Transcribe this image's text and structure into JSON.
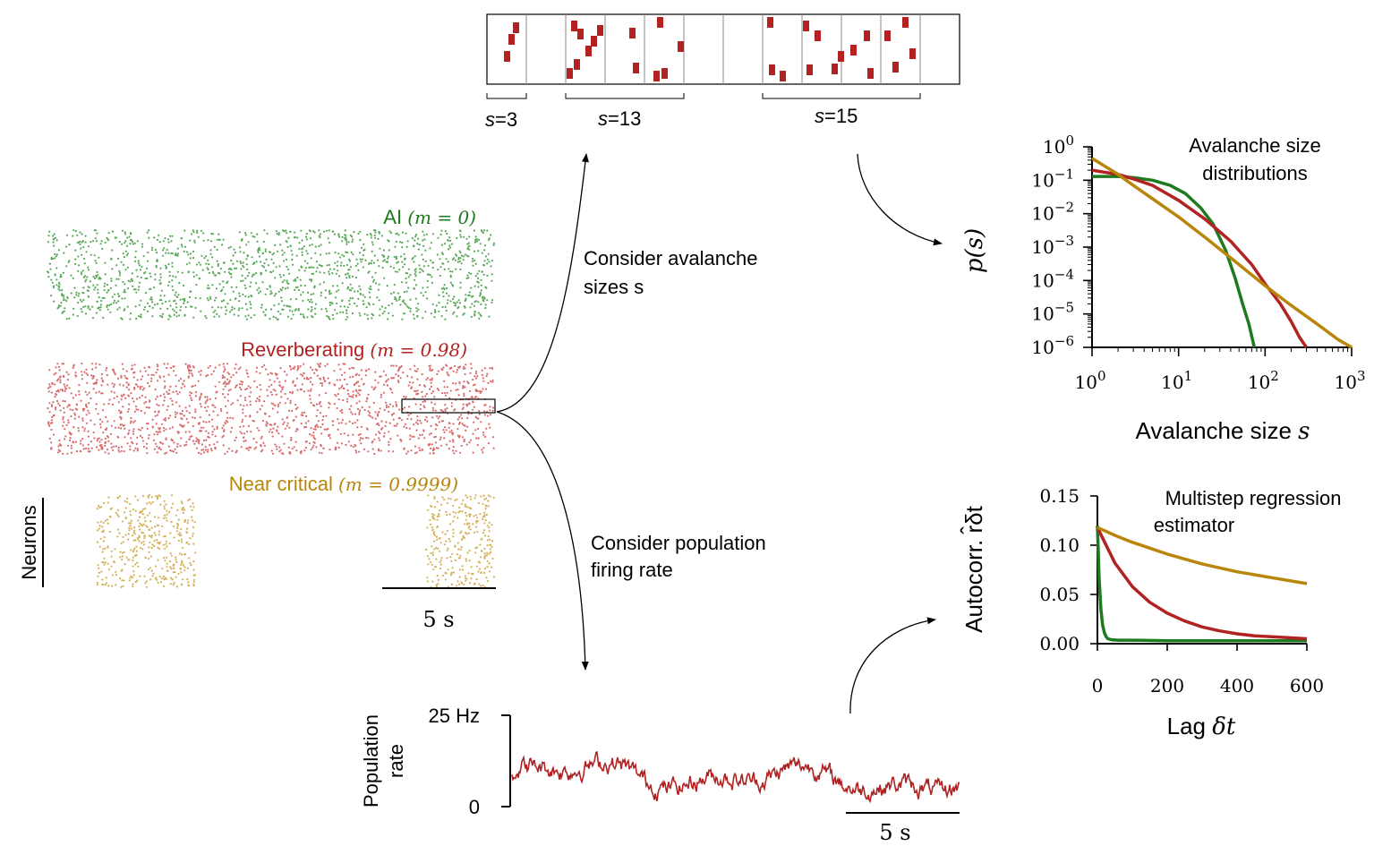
{
  "colors": {
    "ai": "#1e7a1e",
    "reverberating": "#b22222",
    "near_critical": "#b8860b",
    "spike_red": "#b22222",
    "ai_dot": "#5aa85a",
    "rev_dot": "#d86b6b",
    "crit_dot": "#d4b15a"
  },
  "avalanche_strip": {
    "labels": [
      {
        "name": "s",
        "value": "=3"
      },
      {
        "name": "s",
        "value": "=13"
      },
      {
        "name": "s",
        "value": "=15"
      }
    ]
  },
  "raster": {
    "ai_label": "AI",
    "ai_math": "(m = 0)",
    "rev_label": "Reverberating",
    "rev_math": "(m = 0.98)",
    "crit_label": "Near critical",
    "crit_math": "(m = 0.9999)",
    "neurons_label": "Neurons",
    "scale_label": "5 s"
  },
  "arrows": {
    "avalanche_text_1": "Consider avalanche",
    "avalanche_text_2": "sizes s",
    "rate_text_1": "Consider population",
    "rate_text_2": "firing rate"
  },
  "population": {
    "ylabel_1": "Population",
    "ylabel_2": "rate",
    "ytick_top": "25 Hz",
    "ytick_bottom": "0",
    "scale_label": "5 s"
  },
  "chart_data": [
    {
      "type": "line",
      "title": "Avalanche size distributions",
      "xlabel": "Avalanche size s",
      "ylabel": "p(s)",
      "xscale": "log",
      "yscale": "log",
      "xlim": [
        1,
        1000
      ],
      "ylim": [
        1e-06,
        1
      ],
      "xticks": [
        "10^0",
        "10^1",
        "10^2",
        "10^3"
      ],
      "yticks": [
        "10^0",
        "10^-1",
        "10^-2",
        "10^-3",
        "10^-4",
        "10^-5",
        "10^-6"
      ],
      "series": [
        {
          "color": "#1e7a1e",
          "x": [
            1,
            2,
            3,
            5,
            8,
            12,
            18,
            25,
            35,
            45,
            55,
            65,
            75
          ],
          "y": [
            0.13,
            0.13,
            0.12,
            0.1,
            0.07,
            0.04,
            0.015,
            0.005,
            0.0008,
            0.00012,
            2e-05,
            5e-06,
            1e-06
          ]
        },
        {
          "color": "#b22222",
          "x": [
            1,
            2,
            3,
            5,
            10,
            20,
            40,
            70,
            100,
            150,
            200,
            250,
            300
          ],
          "y": [
            0.2,
            0.15,
            0.11,
            0.07,
            0.025,
            0.007,
            0.0015,
            0.0003,
            8e-05,
            2e-05,
            6e-06,
            2e-06,
            1e-06
          ]
        },
        {
          "color": "#b8860b",
          "x": [
            1,
            2,
            3,
            5,
            10,
            20,
            50,
            100,
            200,
            400,
            700,
            1000
          ],
          "y": [
            0.45,
            0.15,
            0.07,
            0.028,
            0.008,
            0.002,
            0.0003,
            7e-05,
            1.8e-05,
            5e-06,
            1.7e-06,
            1e-06
          ]
        }
      ]
    },
    {
      "type": "line",
      "title": "Multistep regression estimator",
      "xlabel": "Lag δt",
      "ylabel": "Autocorr. r̂δt",
      "xlim": [
        0,
        600
      ],
      "ylim": [
        0,
        0.15
      ],
      "xticks": [
        "0",
        "200",
        "400",
        "600"
      ],
      "yticks": [
        "0.00",
        "0.05",
        "0.10",
        "0.15"
      ],
      "series": [
        {
          "color": "#1e7a1e",
          "x": [
            0,
            5,
            10,
            15,
            20,
            25,
            30,
            40,
            60,
            100,
            200,
            400,
            600
          ],
          "y": [
            0.12,
            0.065,
            0.035,
            0.019,
            0.011,
            0.007,
            0.005,
            0.004,
            0.0035,
            0.0035,
            0.003,
            0.003,
            0.003
          ]
        },
        {
          "color": "#b22222",
          "x": [
            0,
            50,
            100,
            150,
            200,
            250,
            300,
            350,
            400,
            450,
            500,
            550,
            600
          ],
          "y": [
            0.118,
            0.082,
            0.058,
            0.042,
            0.031,
            0.023,
            0.017,
            0.013,
            0.01,
            0.008,
            0.007,
            0.006,
            0.005
          ]
        },
        {
          "color": "#b8860b",
          "x": [
            0,
            50,
            100,
            150,
            200,
            250,
            300,
            350,
            400,
            450,
            500,
            550,
            600
          ],
          "y": [
            0.118,
            0.11,
            0.103,
            0.097,
            0.091,
            0.086,
            0.081,
            0.077,
            0.073,
            0.07,
            0.067,
            0.064,
            0.061
          ]
        }
      ]
    }
  ]
}
